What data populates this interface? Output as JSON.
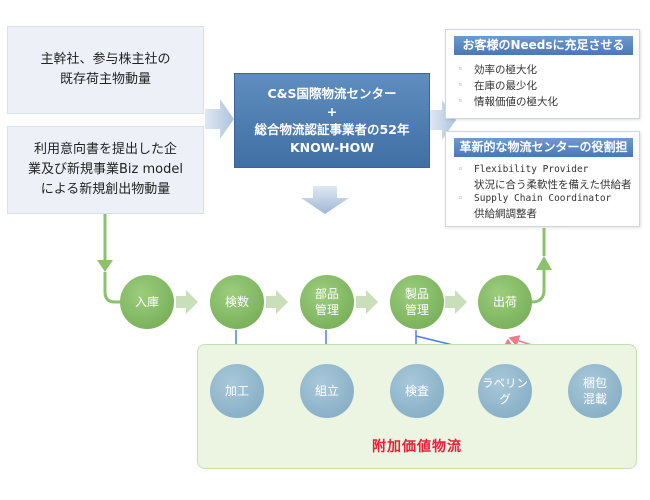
{
  "left": {
    "top_box": [
      "主幹社、参与株主社の",
      "既存荷主物動量"
    ],
    "bottom_box": [
      "利用意向書を提出した企",
      "業及び新規事業Biz model",
      "による新規創出物動量"
    ]
  },
  "center": {
    "line1": "C&S国際物流センター",
    "line2": "+",
    "line3": "総合物流認証事業者の52年",
    "line4": "KNOW-HOW"
  },
  "panel_needs": {
    "title": "お客様のNeedsに充足させる",
    "items": [
      "効率の極大化",
      "在庫の最少化",
      "情報価値の極大化"
    ]
  },
  "panel_role": {
    "title": "革新的な物流センターの役割担当",
    "items": [
      {
        "name": "Flexibility Provider",
        "desc": "状況に合う柔軟性を備えた供給者"
      },
      {
        "name": "Supply Chain Coordinator",
        "desc": "供給網調整者"
      }
    ]
  },
  "main_flow": [
    "入庫",
    "検数",
    "部品\n管理",
    "製品\n管理",
    "出荷"
  ],
  "value_flow": [
    "加工",
    "組立",
    "検査",
    "ラベリング",
    "梱包\n混載"
  ],
  "value_added_label": "附加価値物流",
  "colors": {
    "main_flow": "#7fb55e",
    "value_flow": "#8fb6cc",
    "center_box": "#4a78b0",
    "blue_arrow": "#4a7ef0",
    "pink_arrow": "#f07a8a",
    "value_label": "#e8203a"
  }
}
